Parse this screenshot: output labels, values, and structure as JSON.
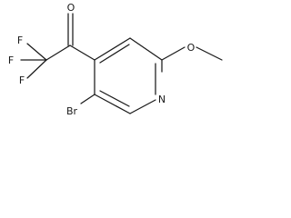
{
  "molecule": {
    "atoms": {
      "oxygen_carbonyl": "O",
      "fluorine_top": "F",
      "fluorine_left": "F",
      "fluorine_bottom": "F",
      "oxygen_methoxy": "O",
      "nitrogen_ring": "N",
      "bromine": "Br"
    }
  }
}
